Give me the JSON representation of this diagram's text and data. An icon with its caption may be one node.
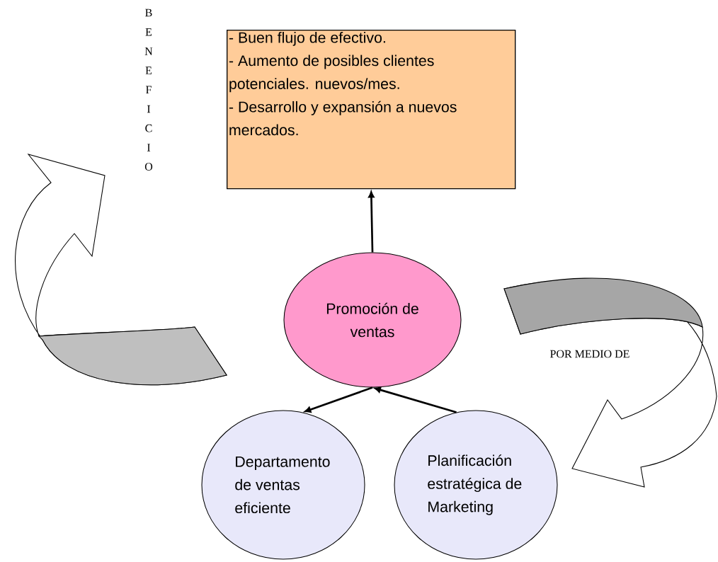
{
  "diagram": {
    "nodes": [
      {
        "text": [
          "- Buen flujo de efectivo.",
          "- Aumento de posibles clientes potenciales. nuevos/mes.",
          "- Desarrollo y expansión a nuevos mercados."
        ]
      },
      {
        "text": [
          "Promoción de ventas"
        ]
      },
      {
        "text": [
          "Departamento de ventas eficiente"
        ]
      },
      {
        "text": [
          "Planificación estratégica de Marketing"
        ]
      }
    ],
    "edges": [
      {
        "from": 1,
        "to": 0,
        "arrow": "to"
      },
      {
        "from": 1,
        "to": 2,
        "arrow": "to"
      },
      {
        "from": 3,
        "to": 1,
        "arrow": "to"
      }
    ],
    "labels": [
      "B",
      "E",
      "N",
      "E",
      "F",
      "I",
      "C",
      "I",
      "O",
      "POR MEDIO DE"
    ]
  }
}
